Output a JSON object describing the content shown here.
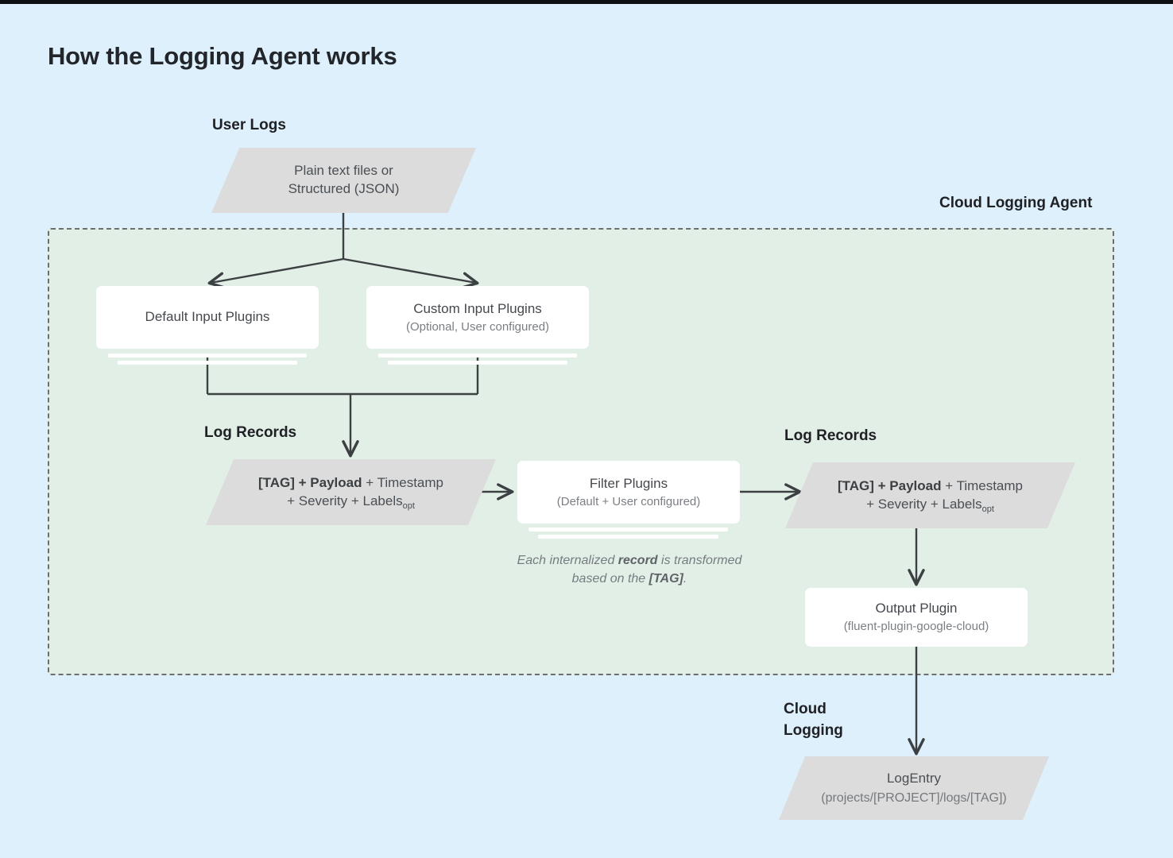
{
  "page": {
    "title": "How the Logging Agent works",
    "background_color": "#ddf0fc",
    "panel_color": "#e2efe7",
    "node_gray": "#dcdcdc",
    "card_white": "#ffffff",
    "line_color": "#3c4043"
  },
  "labels": {
    "user_logs": "User Logs",
    "cloud_logging_agent": "Cloud Logging Agent",
    "log_records_left": "Log Records",
    "log_records_right": "Log Records",
    "cloud_logging": "Cloud\nLogging"
  },
  "nodes": {
    "user_logs_source": {
      "line1": "Plain text files or",
      "line2": "Structured (JSON)"
    },
    "default_input_plugins": {
      "title": "Default Input Plugins",
      "subtitle": ""
    },
    "custom_input_plugins": {
      "title": "Custom Input Plugins",
      "subtitle": "(Optional, User configured)"
    },
    "log_record_left": {
      "bold_part": "[TAG] + Payload",
      "rest_part": " + Timestamp",
      "line2_pre": "+ Severity + Labels",
      "line2_sub": "opt"
    },
    "filter_plugins": {
      "title": "Filter Plugins",
      "subtitle": "(Default + User configured)"
    },
    "log_record_right": {
      "bold_part": "[TAG] + Payload",
      "rest_part": " + Timestamp",
      "line2_pre": "+ Severity + Labels",
      "line2_sub": "opt"
    },
    "output_plugin": {
      "title": "Output Plugin",
      "subtitle": "(fluent-plugin-google-cloud)"
    },
    "log_entry": {
      "title": "LogEntry",
      "subtitle": "(projects/[PROJECT]/logs/[TAG])"
    }
  },
  "caption": {
    "pre": "Each internalized ",
    "bold1": "record",
    "mid": " is transformed based on the ",
    "bold2": "[TAG]",
    "post": "."
  }
}
